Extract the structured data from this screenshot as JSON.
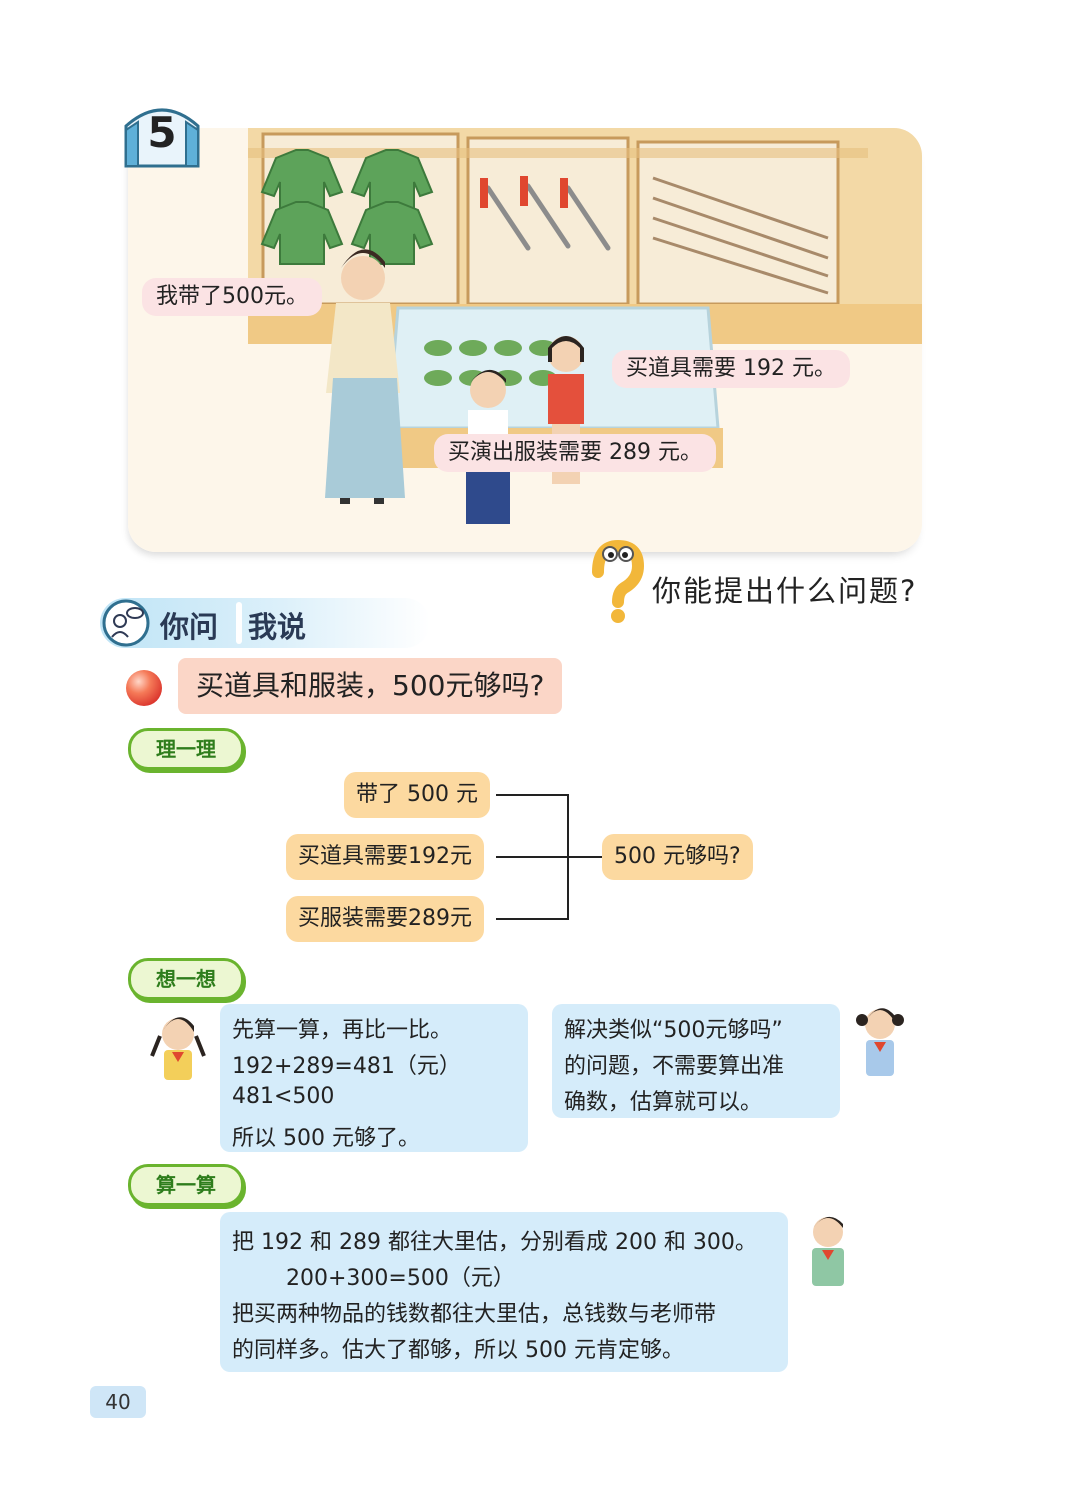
{
  "problem_number": "5",
  "scene": {
    "teacher_says": "我带了500元。",
    "girl_says": "买道具需要 192 元。",
    "boy_says": "买演出服装需要 289 元。"
  },
  "prompt_question": "你能提出什么问题?",
  "section": {
    "part1": "你问",
    "part2": "我说"
  },
  "main_question": "买道具和服装，500元够吗?",
  "tags": {
    "organize": "理一理",
    "think": "想一想",
    "calculate": "算一算"
  },
  "diagram": {
    "brought": "带了 500 元",
    "props_cost": "买道具需要192元",
    "costume_cost": "买服装需要289元",
    "result_question": "500 元够吗?"
  },
  "think_left": [
    "先算一算，再比一比。",
    "192+289=481（元）",
    "481<500",
    "所以 500 元够了。"
  ],
  "think_right": [
    "解决类似“500元够吗”",
    "的问题，不需要算出准",
    "确数，估算就可以。"
  ],
  "calc_lines": [
    "把 192 和 289 都往大里估，分别看成 200 和 300。",
    "200+300=500（元）",
    "把买两种物品的钱数都往大里估，总钱数与老师带",
    "的同样多。估大了都够，所以 500 元肯定够。"
  ],
  "page_number": "40",
  "colors": {
    "speech_bubble": "#fbe3e4",
    "question_bar": "#fbd6c7",
    "diagram_box": "#fcd9a0",
    "info_panel": "#d5ecfa",
    "tag_green": "#6ab42e"
  },
  "icons": [
    "window-number-badge-icon",
    "question-mark-mascot-icon",
    "speech-people-icon",
    "red-ball-icon"
  ]
}
